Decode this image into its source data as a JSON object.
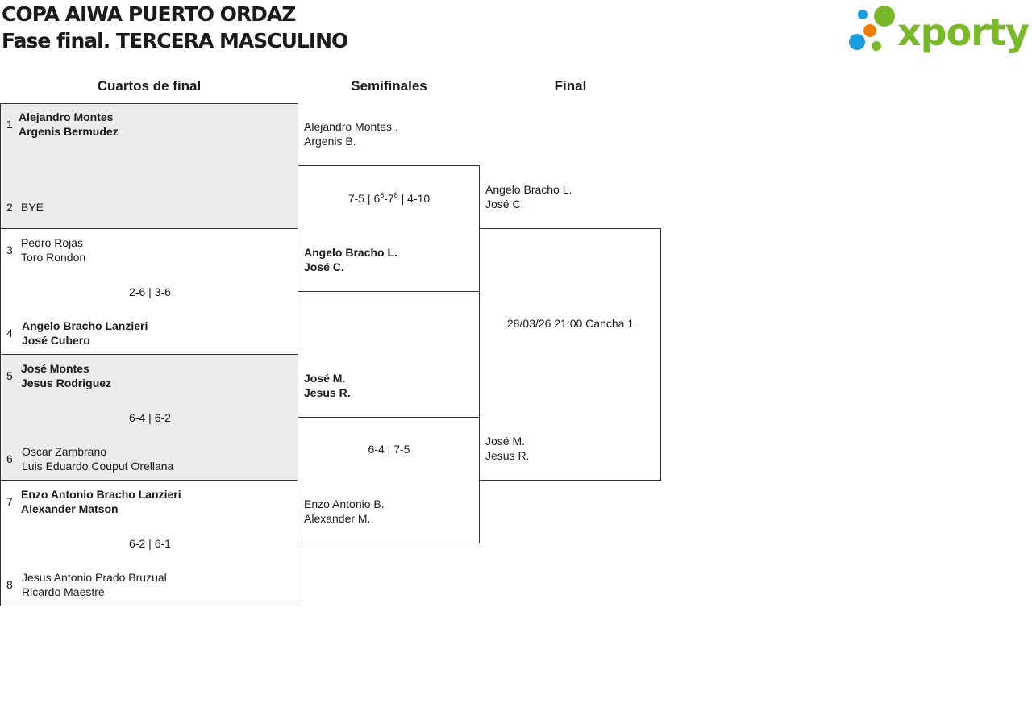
{
  "header": {
    "title_line1": "COPA AIWA PUERTO ORDAZ",
    "title_line2": "Fase final. TERCERA MASCULINO",
    "logo_text": "xporty",
    "logo_colors": {
      "blue": "#1a9ee0",
      "orange": "#f07c00",
      "green": "#78b82a"
    }
  },
  "rounds": {
    "quarterfinals": "Cuartos de final",
    "semifinals": "Semifinales",
    "final": "Final"
  },
  "quarterfinals": [
    {
      "top": {
        "seed": "1",
        "player1": "Alejandro Montes",
        "player2": "Argenis Bermudez",
        "winner": true
      },
      "bottom": {
        "seed": "2",
        "player1": "BYE",
        "player2": "",
        "winner": false
      },
      "score": ""
    },
    {
      "top": {
        "seed": "3",
        "player1": "Pedro Rojas",
        "player2": "Toro Rondon",
        "winner": false
      },
      "bottom": {
        "seed": "4",
        "player1": "Angelo Bracho Lanzieri",
        "player2": "José Cubero",
        "winner": true
      },
      "score": "2-6 | 3-6"
    },
    {
      "top": {
        "seed": "5",
        "player1": "José Montes",
        "player2": "Jesus Rodriguez",
        "winner": true
      },
      "bottom": {
        "seed": "6",
        "player1": "Oscar Zambrano",
        "player2": "Luis Eduardo Couput Orellana",
        "winner": false
      },
      "score": "6-4 | 6-2"
    },
    {
      "top": {
        "seed": "7",
        "player1": "Enzo Antonio Bracho Lanzieri",
        "player2": "Alexander Matson",
        "winner": true
      },
      "bottom": {
        "seed": "8",
        "player1": "Jesus Antonio Prado Bruzual",
        "player2": "Ricardo Maestre",
        "winner": false
      },
      "score": "6-2 | 6-1"
    }
  ],
  "semifinals": [
    {
      "top": {
        "player1": "Alejandro Montes .",
        "player2": "Argenis B.",
        "winner": false
      },
      "bottom": {
        "player1": "Angelo Bracho L.",
        "player2": "José C.",
        "winner": true
      },
      "score": {
        "set1": "7-5 | 6",
        "tb1": "6",
        "mid": "-7",
        "tb2": "8",
        "rest": " | 4-10"
      }
    },
    {
      "top": {
        "player1": "José M.",
        "player2": "Jesus R.",
        "winner": true
      },
      "bottom": {
        "player1": "Enzo Antonio B.",
        "player2": "Alexander M.",
        "winner": false
      },
      "score": "6-4 | 7-5"
    }
  ],
  "final": {
    "top": {
      "player1": "Angelo Bracho L.",
      "player2": "José C."
    },
    "bottom": {
      "player1": "José M.",
      "player2": "Jesus R."
    },
    "schedule": "28/03/26 21:00 Cancha 1"
  }
}
